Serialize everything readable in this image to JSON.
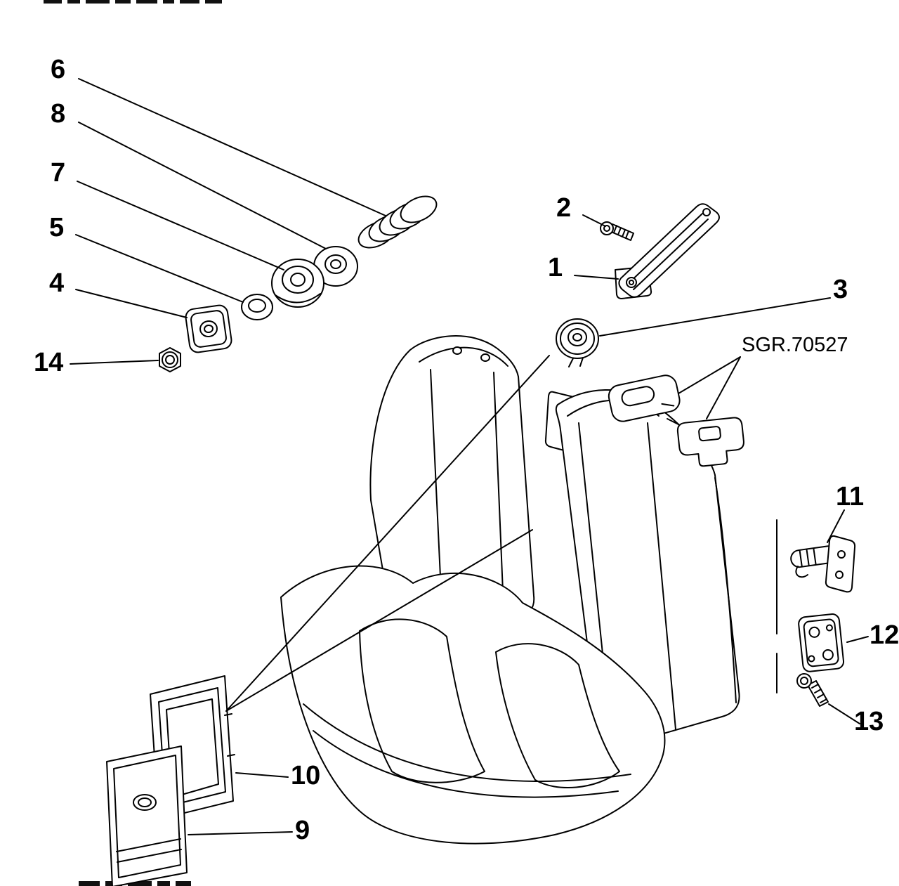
{
  "figure": {
    "type": "exploded-parts-diagram",
    "subject": "rear seat assembly",
    "background_color": "#ffffff",
    "line_color": "#000000"
  },
  "callouts": [
    {
      "id": "6",
      "label": "6",
      "part": "coil-spring"
    },
    {
      "id": "8",
      "label": "8",
      "part": "washer-disc"
    },
    {
      "id": "7",
      "label": "7",
      "part": "pivot-bushing"
    },
    {
      "id": "5",
      "label": "5",
      "part": "ring-spacer"
    },
    {
      "id": "4",
      "label": "4",
      "part": "square-pad"
    },
    {
      "id": "14",
      "label": "14",
      "part": "hex-nut"
    },
    {
      "id": "2",
      "label": "2",
      "part": "screw"
    },
    {
      "id": "1",
      "label": "1",
      "part": "support-bracket"
    },
    {
      "id": "3",
      "label": "3",
      "part": "grommet"
    },
    {
      "id": "sgr",
      "label": "SGR.70527",
      "part": "latch-handle-assembly"
    },
    {
      "id": "11",
      "label": "11",
      "part": "latch-striker"
    },
    {
      "id": "12",
      "label": "12",
      "part": "hinge-bracket"
    },
    {
      "id": "13",
      "label": "13",
      "part": "bolt"
    },
    {
      "id": "10",
      "label": "10",
      "part": "backrest-panel"
    },
    {
      "id": "9",
      "label": "9",
      "part": "trim-panel"
    }
  ]
}
